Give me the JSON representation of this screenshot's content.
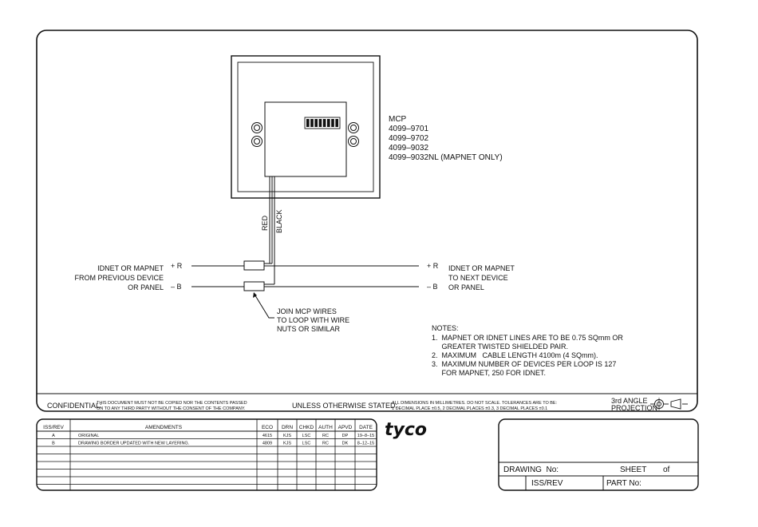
{
  "device": {
    "name": "MCP",
    "models": [
      "4099–9701",
      "4099–9702",
      "4099–9032",
      "4099–9032NL (MAPNET ONLY)"
    ]
  },
  "wires": {
    "red": "RED",
    "black": "BLACK"
  },
  "left_connection": {
    "lines": [
      "IDNET OR MAPNET",
      "FROM PREVIOUS DEVICE",
      "OR PANEL"
    ],
    "plus": "+ R",
    "minus": "– B"
  },
  "right_connection": {
    "lines": [
      "IDNET OR MAPNET",
      "TO NEXT DEVICE",
      "OR PANEL"
    ],
    "plus": "+ R",
    "minus": "– B"
  },
  "join_note": [
    "JOIN MCP WIRES",
    "TO LOOP WITH WIRE",
    "NUTS OR SIMILAR"
  ],
  "notes": {
    "title": "NOTES:",
    "lines": [
      "1.  MAPNET OR IDNET LINES ARE TO BE 0.75 SQmm OR",
      "     GREATER TWISTED SHIELDED PAIR.",
      "2.  MAXIMUM   CABLE LENGTH 4100m (4 SQmm).",
      "3.  MAXIMUM NUMBER OF DEVICES PER LOOP IS 127",
      "     FOR MAPNET, 250 FOR IDNET."
    ]
  },
  "footer": {
    "confidential_label": "CONFIDENTIAL:",
    "confidential_text": [
      "THIS DOCUMENT MUST NOT BE COPIED NOR THE CONTENTS PASSED",
      "ON TO ANY THIRD PARTY WITHOUT THE CONSENT OF THE COMPANY."
    ],
    "unless_label": "UNLESS OTHERWISE STATED:",
    "unless_text": [
      "ALL DIMENSIONS IN MILLIMETRES. DO NOT SCALE. TOLERANCES ARE TO BE:",
      "1 DECIMAL PLACE ±0.5, 2 DECIMAL PLACES ±0.3, 3 DECIMAL PLACES ±0.1"
    ],
    "projection": [
      "3rd ANGLE",
      "PROJECTION"
    ]
  },
  "amendments": {
    "headers": [
      "ISS/REV",
      "AMENDMENTS",
      "ECO",
      "DRN",
      "CHKD",
      "AUTH",
      "APVD",
      "DATE"
    ],
    "rows": [
      [
        "A",
        "ORIGINAL",
        "4615",
        "KJS",
        "LSC",
        "RC",
        "DP",
        "19–8–15"
      ],
      [
        "B",
        "DRAWING BORDER UPDATED WITH NEW LAYERING.",
        "4809",
        "KJS",
        "LSC",
        "RC",
        "DK",
        "8–12–15"
      ]
    ]
  },
  "logo": "tyco",
  "title_block": {
    "drawing_no": "DRAWING  No:",
    "sheet": "SHEET",
    "of": "of",
    "iss_rev": "ISS/REV",
    "part_no": "PART No:"
  }
}
